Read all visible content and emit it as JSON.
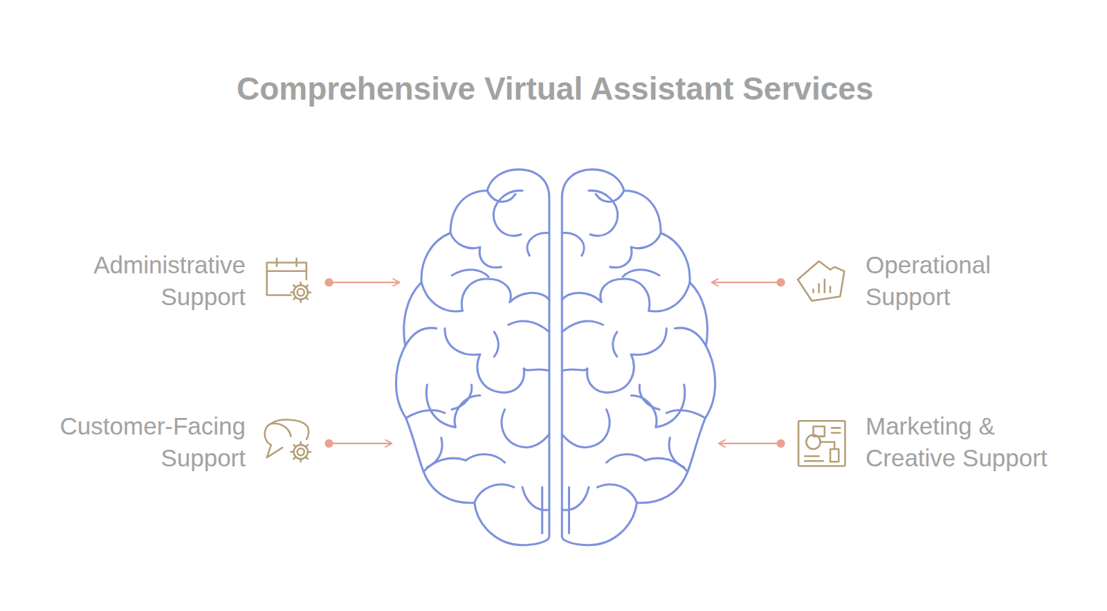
{
  "diagram": {
    "title": "Comprehensive Virtual Assistant Services",
    "labels": [
      "Administrative Support",
      "Customer-Facing Support",
      "Operational Support",
      "Marketing & Creative Support"
    ]
  }
}
